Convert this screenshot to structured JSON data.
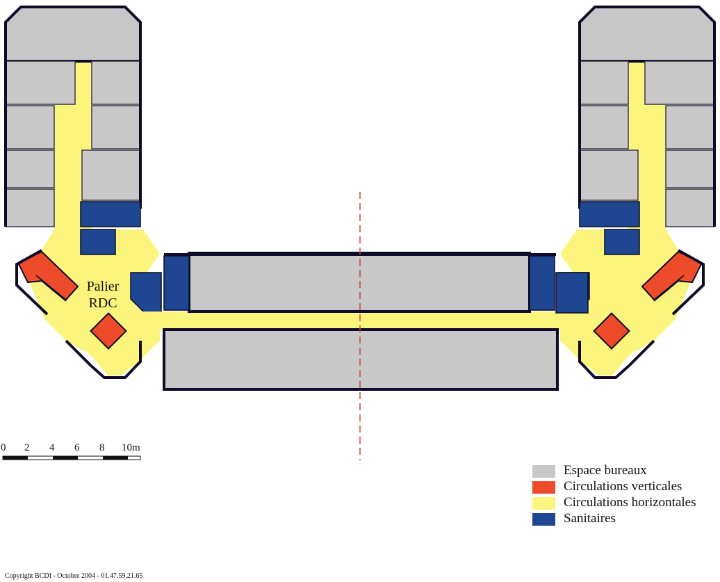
{
  "landing_label": {
    "line1": "Palier",
    "line2": "RDC"
  },
  "scale": {
    "ticks": [
      "0",
      "2",
      "4",
      "6",
      "8",
      "10m"
    ]
  },
  "legend": [
    {
      "label": "Espace bureaux",
      "color": "#c8c8c8"
    },
    {
      "label": "Circulations verticales",
      "color": "#ee4b2b"
    },
    {
      "label": "Circulations horizontales",
      "color": "#fbf57e"
    },
    {
      "label": "Sanitaires",
      "color": "#1f4690"
    }
  ],
  "colors": {
    "office": "#c8c8c8",
    "vertical": "#ee4b2b",
    "horizontal": "#fbf57e",
    "sanitary": "#1f4690",
    "wall": "#0c0c2a",
    "axis": "#d04040"
  },
  "copyright": "Copyright BCDI - Octobre 2004 - 01.47.59.21.65"
}
